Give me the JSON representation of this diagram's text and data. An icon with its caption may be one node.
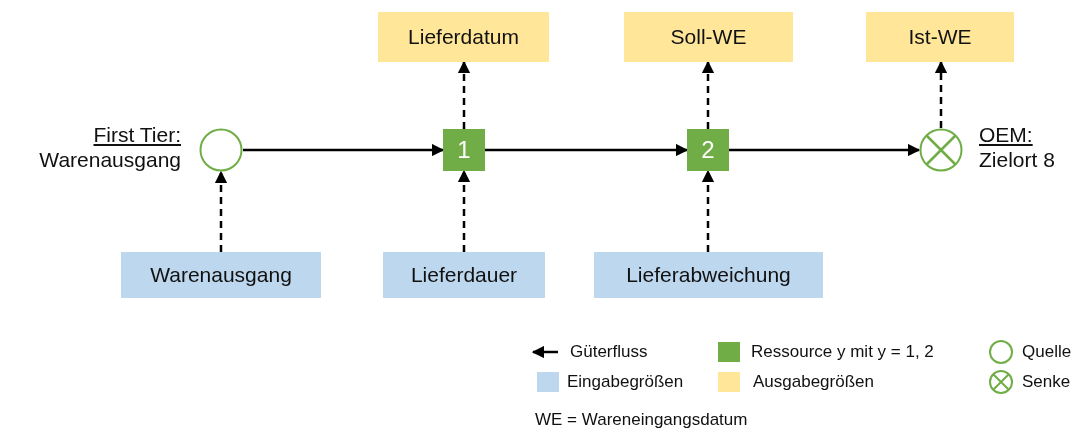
{
  "diagram": {
    "nodes": [
      {
        "text": [],
        "shape": "circle",
        "beside": [
          "First Tier:",
          "Warenausgang"
        ]
      },
      {
        "text": [
          "1"
        ]
      },
      {
        "text": [
          "2"
        ]
      },
      {
        "text": [],
        "shape": "circle",
        "beside": [
          "OEM:",
          "Zielort 8"
        ]
      },
      {
        "text": [
          "Lieferdatum"
        ]
      },
      {
        "text": [
          "Soll-WE"
        ]
      },
      {
        "text": [
          "Ist-WE"
        ]
      },
      {
        "text": [
          "Warenausgang"
        ]
      },
      {
        "text": [
          "Lieferdauer"
        ]
      },
      {
        "text": [
          "Lieferabweichung"
        ]
      }
    ],
    "edges": [
      {
        "from": 0,
        "to": 1,
        "arrow": "to"
      },
      {
        "from": 1,
        "to": 2,
        "arrow": "to"
      },
      {
        "from": 2,
        "to": 3,
        "arrow": "to"
      },
      {
        "from": 7,
        "to": 0,
        "arrow": "to",
        "style": "dashed"
      },
      {
        "from": 8,
        "to": 1,
        "arrow": "to",
        "style": "dashed"
      },
      {
        "from": 9,
        "to": 2,
        "arrow": "to",
        "style": "dashed"
      },
      {
        "from": 1,
        "to": 4,
        "arrow": "to",
        "style": "dashed"
      },
      {
        "from": 2,
        "to": 5,
        "arrow": "to",
        "style": "dashed"
      },
      {
        "from": 3,
        "to": 6,
        "arrow": "to",
        "style": "dashed"
      }
    ],
    "labels": [
      "WE = Wareneingangsdatum"
    ],
    "legend": [
      {
        "text": "Güterfluss"
      },
      {
        "text": "Ressource y mit y = 1, 2",
        "color": "#70ad47"
      },
      {
        "text": "Quelle"
      },
      {
        "text": "Eingabegrößen",
        "color": "#bdd7ee"
      },
      {
        "text": "Ausgabegrößen",
        "color": "#ffe699"
      },
      {
        "text": "Senke"
      }
    ]
  }
}
